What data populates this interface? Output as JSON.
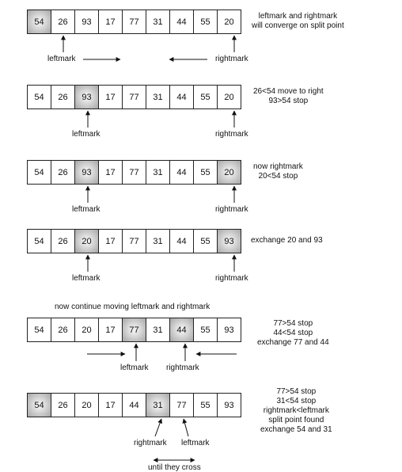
{
  "steps": [
    {
      "values": [
        "54",
        "26",
        "93",
        "17",
        "77",
        "31",
        "44",
        "55",
        "20"
      ],
      "highlight": [
        0
      ],
      "note": [
        "leftmark and rightmark",
        "will converge on split point"
      ],
      "left_label": "leftmark",
      "right_label": "rightmark"
    },
    {
      "values": [
        "54",
        "26",
        "93",
        "17",
        "77",
        "31",
        "44",
        "55",
        "20"
      ],
      "highlight": [
        2
      ],
      "note": [
        "26<54 move to right",
        "93>54 stop"
      ],
      "left_label": "leftmark",
      "right_label": "rightmark"
    },
    {
      "values": [
        "54",
        "26",
        "93",
        "17",
        "77",
        "31",
        "44",
        "55",
        "20"
      ],
      "highlight": [
        2,
        8
      ],
      "note": [
        "now rightmark",
        "20<54 stop"
      ],
      "left_label": "leftmark",
      "right_label": "rightmark"
    },
    {
      "values": [
        "54",
        "26",
        "20",
        "17",
        "77",
        "31",
        "44",
        "55",
        "93"
      ],
      "highlight": [
        2,
        8
      ],
      "note": [
        "exchange 20 and 93"
      ],
      "left_label": "leftmark",
      "right_label": "rightmark"
    },
    {
      "values": [
        "54",
        "26",
        "20",
        "17",
        "77",
        "31",
        "44",
        "55",
        "93"
      ],
      "highlight": [
        4,
        6
      ],
      "heading": "now continue moving leftmark and rightmark",
      "note": [
        "77>54 stop",
        "44<54 stop",
        "exchange 77 and 44"
      ],
      "left_label": "leftmark",
      "right_label": "rightmark"
    },
    {
      "values": [
        "54",
        "26",
        "20",
        "17",
        "44",
        "31",
        "77",
        "55",
        "93"
      ],
      "highlight": [
        0,
        5
      ],
      "note": [
        "77>54 stop",
        "31<54 stop",
        "rightmark<leftmark",
        "split point found",
        "exchange 54 and 31"
      ],
      "left_label": "rightmark",
      "right_label": "leftmark",
      "footer": "until they cross"
    }
  ]
}
